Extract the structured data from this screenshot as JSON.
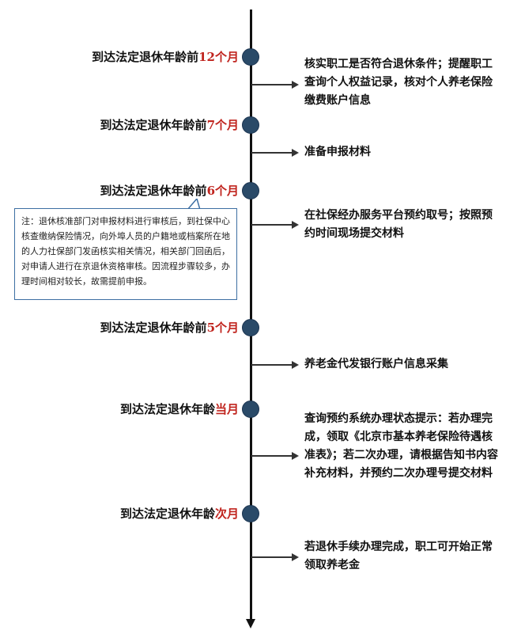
{
  "milestones": [
    {
      "prefix": "到达法定退休年龄前",
      "highlight": "12个月"
    },
    {
      "prefix": "到达法定退休年龄前",
      "highlight": "7个月"
    },
    {
      "prefix": "到达法定退休年龄前",
      "highlight": "6个月"
    },
    {
      "prefix": "到达法定退休年龄前",
      "highlight": "5个月"
    },
    {
      "prefix": "到达法定退休年龄",
      "highlight": "当月"
    },
    {
      "prefix": "到达法定退休年龄",
      "highlight": "次月"
    }
  ],
  "steps": [
    "核实职工是否符合退休条件；提醒职工查询个人权益记录，核对个人养老保险缴费账户信息",
    "准备申报材料",
    "在社保经办服务平台预约取号；按照预约时间现场提交材料",
    "养老金代发银行账户信息采集",
    "查询预约系统办理状态提示：若办理完成，领取《北京市基本养老保险待遇核准表》；若二次办理，请根据告知书内容补充材料，并预约二次办理号提交材料",
    "若退休手续办理完成，职工可开始正常领取养老金"
  ],
  "note": "注：退休核准部门对申报材料进行审核后，到社保中心核查缴纳保险情况，向外埠人员的户籍地或档案所在地的人力社保部门发函核实相关情况，相关部门回函后，对申请人进行在京退休资格审核。因流程步骤较多，办理时间相对较长，故需提前申报。",
  "colors": {
    "highlight": "#c0241e",
    "node": "#2a4a68",
    "note_border": "#3d6fa3"
  }
}
